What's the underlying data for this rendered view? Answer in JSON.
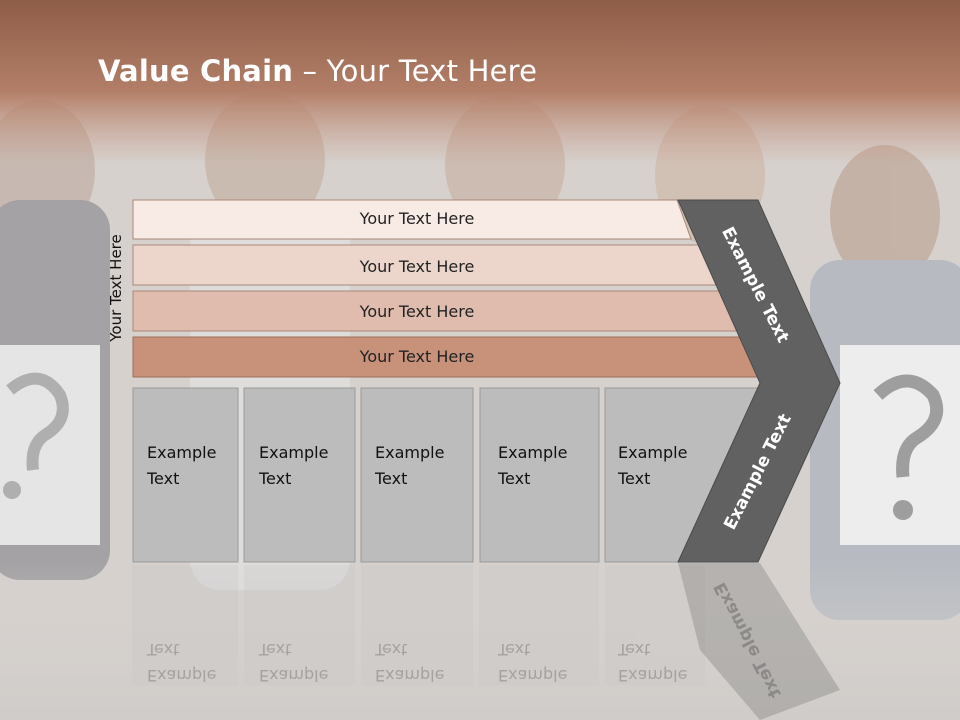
{
  "slide": {
    "title_bold": "Value Chain",
    "title_rest": " – Your Text Here",
    "side_label": "Your Text Here"
  },
  "bars": [
    {
      "label": "Your Text Here",
      "color": "#f8ebe6"
    },
    {
      "label": "Your Text Here",
      "color": "#ecd6cc"
    },
    {
      "label": "Your Text Here",
      "color": "#dfbcad"
    },
    {
      "label": "Your Text Here",
      "color": "#c8917a"
    }
  ],
  "boxes": [
    {
      "line1": "Example",
      "line2": "Text"
    },
    {
      "line1": "Example",
      "line2": "Text"
    },
    {
      "line1": "Example",
      "line2": "Text"
    },
    {
      "line1": "Example",
      "line2": "Text"
    },
    {
      "line1": "Example",
      "line2": "Text"
    }
  ],
  "chevron": {
    "upper": "Example Text",
    "lower": "Example Text"
  },
  "colors": {
    "header": "#b07a63",
    "box_fill": "#bdbdbd",
    "chevron_fill": "#616161"
  }
}
